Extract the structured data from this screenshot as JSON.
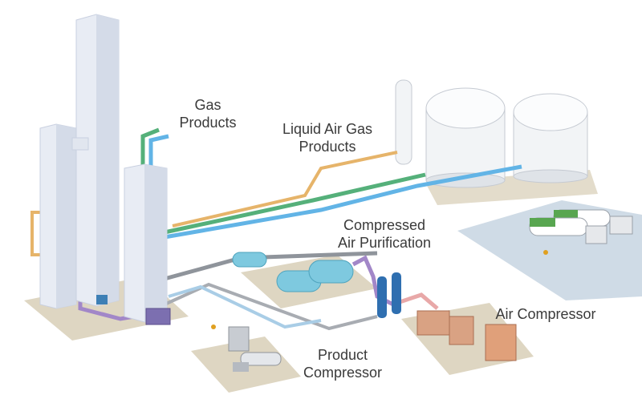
{
  "labels": {
    "gas_products": [
      "Gas",
      "Products"
    ],
    "liquid_air_gas_products": [
      "Liquid Air Gas",
      "Products"
    ],
    "compressed_air_purification": [
      "Compressed",
      "Air Purification"
    ],
    "air_compressor": "Air Compressor",
    "product_compressor": [
      "Product",
      "Compressor"
    ]
  },
  "colors": {
    "tower": "#e8ecf4",
    "tower_shade": "#c9d0e0",
    "tank": "#f2f4f6",
    "gas_line": "#55b07a",
    "liquid_line": "#62b4e6",
    "orange_line": "#e6b46a",
    "gray_line": "#8f949b",
    "purple_line": "#a287c8",
    "pad": "#ded6c2",
    "water": "#cfdbe6",
    "vessel": "#7ec9df",
    "compressor": "#d9a283",
    "truck": "#58a650"
  }
}
